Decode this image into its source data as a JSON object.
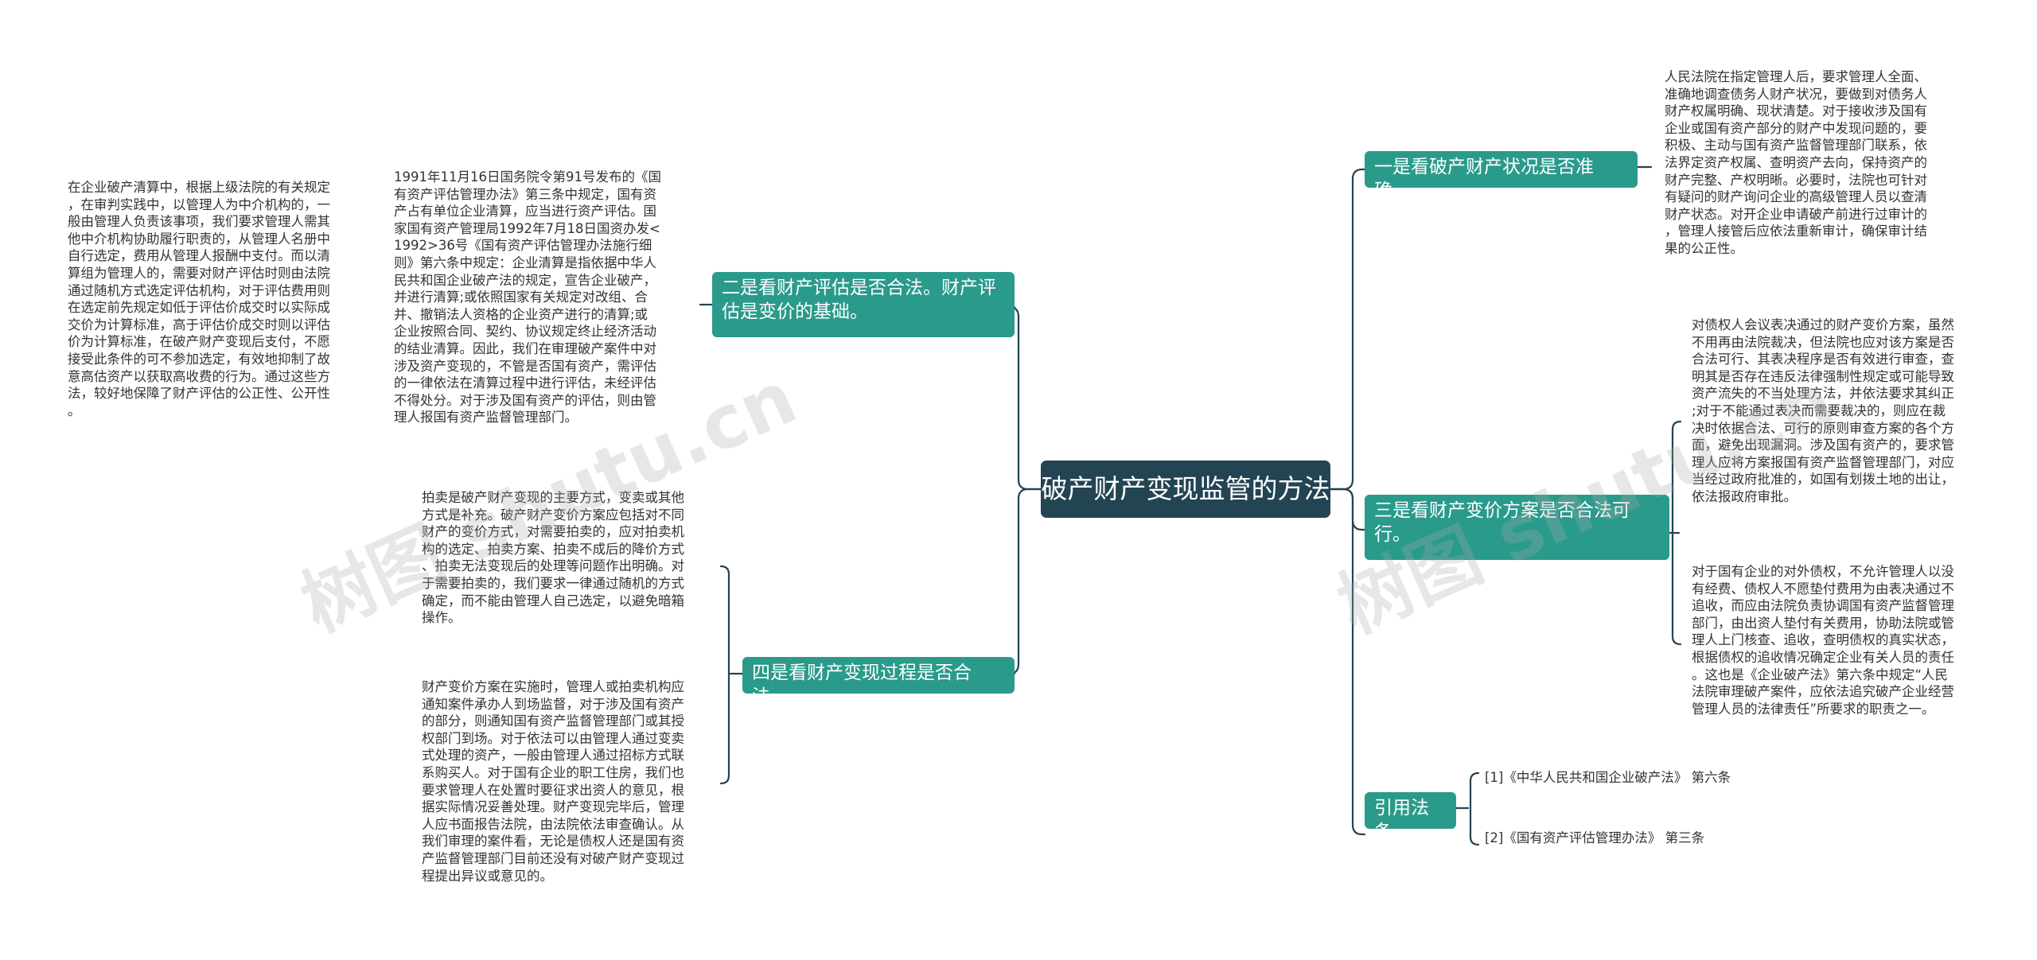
{
  "root": {
    "label": "破产财产变现监管的方法"
  },
  "branches": {
    "b1": {
      "label": "一是看破产财产状况是否准确。",
      "note": "人民法院在指定管理人后，要求管理人全面、\n准确地调查债务人财产状况，要做到对债务人\n财产权属明确、现状清楚。对于接收涉及国有\n企业或国有资产部分的财产中发现问题的，要\n积极、主动与国有资产监督管理部门联系，依\n法界定资产权属、查明资产去向，保持资产的\n财产完整、产权明晰。必要时，法院也可针对\n有疑问的财产询问企业的高级管理人员以查清\n财产状态。对开企业申请破产前进行过审计的\n，管理人接管后应依法重新审计，确保审计结\n果的公正性。"
    },
    "b2": {
      "label": "二是看财产评估是否合法。财产评估是变价的基础。",
      "note_a": "1991年11月16日国务院令第91号发布的《国\n有资产评估管理办法》第三条中规定，国有资\n产占有单位企业清算，应当进行资产评估。国\n家国有资产管理局1992年7月18日国资办发<\n1992>36号《国有资产评估管理办法施行细\n则》第六条中规定：企业清算是指依据中华人\n民共和国企业破产法的规定，宣告企业破产，\n并进行清算;或依照国家有关规定对改组、合\n并、撤销法人资格的企业资产进行的清算;或\n企业按照合同、契约、协议规定终止经济活动\n的结业清算。因此，我们在审理破产案件中对\n涉及资产变现的，不管是否国有资产，需评估\n的一律依法在清算过程中进行评估，未经评估\n不得处分。对于涉及国有资产的评估，则由管\n理人报国有资产监督管理部门。",
      "note_b": "在企业破产清算中，根据上级法院的有关规定\n，在审判实践中，以管理人为中介机构的，一\n般由管理人负责该事项，我们要求管理人需其\n他中介机构协助履行职责的，从管理人名册中\n自行选定，费用从管理人报酬中支付。而以清\n算组为管理人的，需要对财产评估时则由法院\n通过随机方式选定评估机构，对于评估费用则\n在选定前先规定如低于评估价成交时以实际成\n交价为计算标准，高于评估价成交时则以评估\n价为计算标准，在破产财产变现后支付，不愿\n接受此条件的可不参加选定，有效地抑制了故\n意高估资产以获取高收费的行为。通过这些方\n法，较好地保障了财产评估的公正性、公开性\n。"
    },
    "b3": {
      "label": "三是看财产变价方案是否合法可行。",
      "note_a": "对债权人会议表决通过的财产变价方案，虽然\n不用再由法院裁决，但法院也应对该方案是否\n合法可行、其表决程序是否有效进行审查，查\n明其是否存在违反法律强制性规定或可能导致\n资产流失的不当处理方法，并依法要求其纠正\n;对于不能通过表决而需要裁决的，则应在裁\n决时依据合法、可行的原则审查方案的各个方\n面，避免出现漏洞。涉及国有资产的，要求管\n理人应将方案报国有资产监督管理部门，对应\n当经过政府批准的，如国有划拨土地的出让，\n依法报政府审批。",
      "note_b": "对于国有企业的对外债权，不允许管理人以没\n有经费、债权人不愿垫付费用为由表决通过不\n追收，而应由法院负责协调国有资产监督管理\n部门，由出资人垫付有关费用，协助法院或管\n理人上门核查、追收，查明债权的真实状态，\n根据债权的追收情况确定企业有关人员的责任\n。这也是《企业破产法》第六条中规定“人民\n法院审理破产案件，应依法追究破产企业经营\n管理人员的法律责任”所要求的职责之一。"
    },
    "b4": {
      "label": "四是看财产变现过程是否合法。",
      "note_a": "拍卖是破产财产变现的主要方式，变卖或其他\n方式是补充。破产财产变价方案应包括对不同\n财产的变价方式，对需要拍卖的，应对拍卖机\n构的选定、拍卖方案、拍卖不成后的降价方式\n、拍卖无法变现后的处理等问题作出明确。对\n于需要拍卖的，我们要求一律通过随机的方式\n确定，而不能由管理人自己选定，以避免暗箱\n操作。",
      "note_b": "财产变价方案在实施时，管理人或拍卖机构应\n通知案件承办人到场监督，对于涉及国有资产\n的部分，则通知国有资产监督管理部门或其授\n权部门到场。对于依法可以由管理人通过变卖\n式处理的资产，一般由管理人通过招标方式联\n系购买人。对于国有企业的职工住房，我们也\n要求管理人在处置时要征求出资人的意见，根\n据实际情况妥善处理。财产变现完毕后，管理\n人应书面报告法院，由法院依法审查确认。从\n我们审理的案件看，无论是债权人还是国有资\n产监督管理部门目前还没有对破产财产变现过\n程提出异议或意见的。"
    },
    "b5": {
      "label": "引用法条",
      "ref1": "[1]《中华人民共和国企业破产法》 第六条",
      "ref2": "[2]《国有资产评估管理办法》 第三条"
    }
  },
  "watermark": "树图 shutu.cn",
  "colors": {
    "root": "#234453",
    "branch": "#2a9a8b",
    "line": "#234453",
    "text": "#333333"
  }
}
